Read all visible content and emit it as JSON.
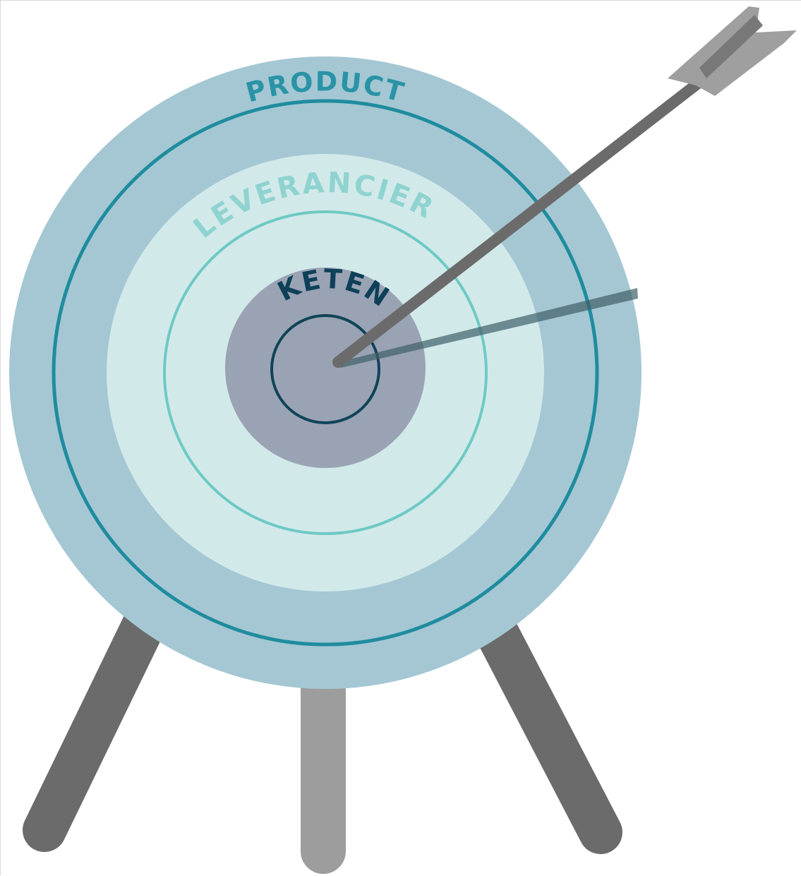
{
  "diagram": {
    "labels": {
      "outer_ring": "PRODUCT",
      "middle_ring": "LEVERANCIER",
      "inner_ring": "KETEN"
    },
    "colors": {
      "outer_ring": "#a4c7d3",
      "outer_ring_line": "#1f8c9e",
      "middle_ring": "#d2e9ea",
      "middle_ring_line": "#6ec9c4",
      "bullseye": "#9aa3b3",
      "bullseye_line": "#0f4358",
      "arrow_shaft": "#6b6b6b",
      "arrow_fletching": "#9f9f9f",
      "leg_dark": "#6b6b6b",
      "leg_light": "#9d9d9d",
      "label_product": "#2a93a6",
      "label_leverancier": "#8fd3d0",
      "label_keten": "#0e4159"
    }
  }
}
